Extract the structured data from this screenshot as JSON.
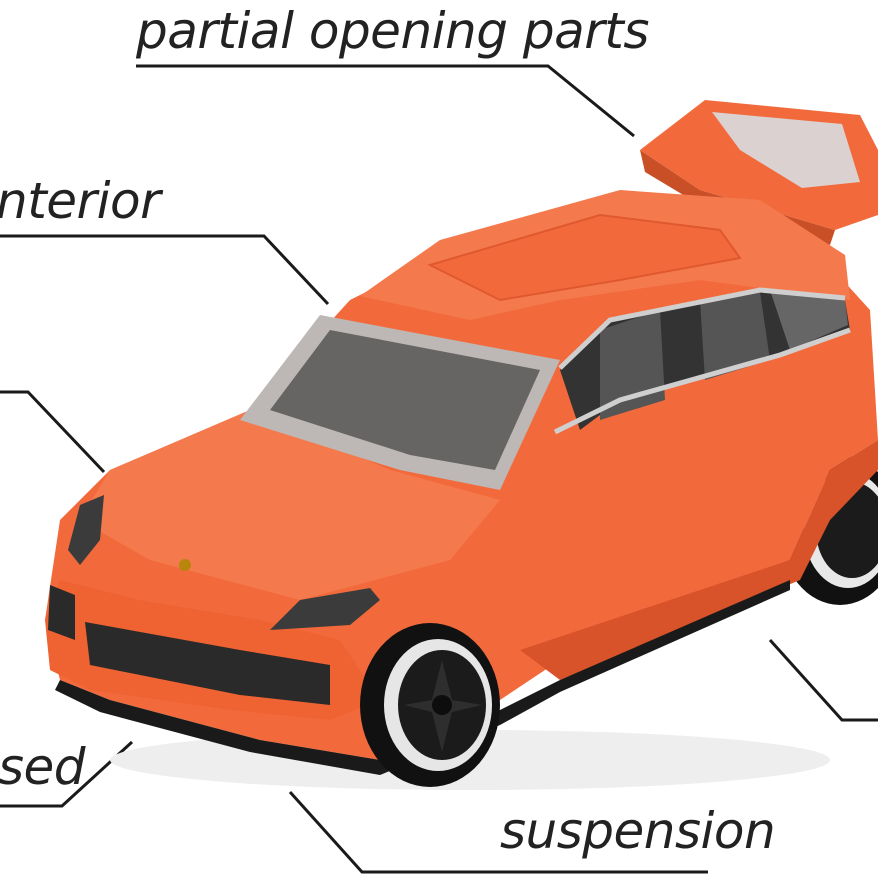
{
  "labels": {
    "opening_parts": "partial opening parts",
    "interior": "nterior",
    "used": "sed",
    "suspension": "suspension"
  },
  "colors": {
    "body": "#f26a3c",
    "body_shadow": "#d9532a",
    "body_highlight": "#ff9a78",
    "trim": "#2a2a2a",
    "glass": "#c9c4c2",
    "line": "#1a1a1a"
  }
}
